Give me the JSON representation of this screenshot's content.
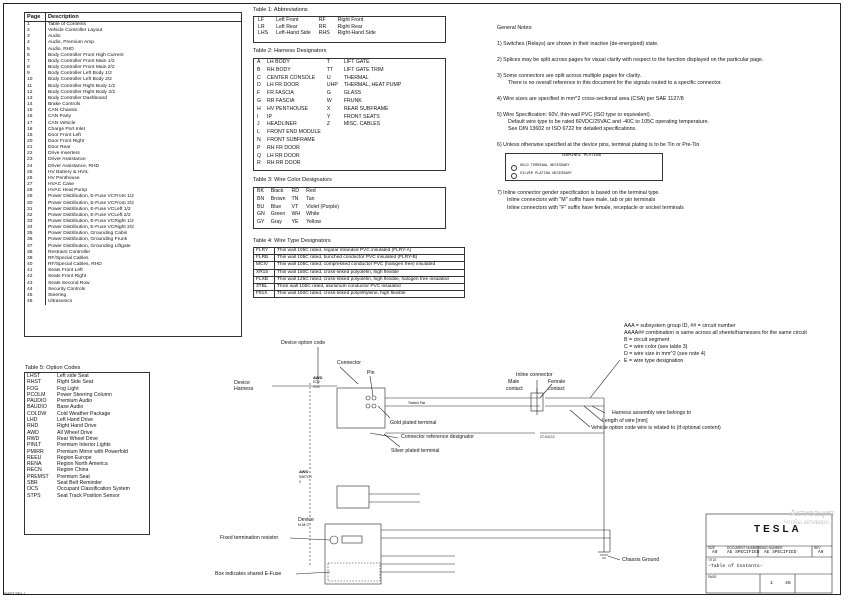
{
  "pages_table": {
    "col_page": "Page",
    "col_desc": "Description",
    "rows": [
      [
        "1",
        "Table of Contents"
      ],
      [
        "2",
        "Vehicle Controller Layout"
      ],
      [
        "3",
        "Audio"
      ],
      [
        "4",
        "Audio, Premium Amp"
      ],
      [
        "5",
        "Audio, RHD"
      ],
      [
        "6",
        "Body Controller Front High Current"
      ],
      [
        "7",
        "Body Controller Front Main 1/2"
      ],
      [
        "8",
        "Body Controller Front Main 2/2"
      ],
      [
        "9",
        "Body Controller Left Body 1/2"
      ],
      [
        "10",
        "Body Controller Left Body 2/2"
      ],
      [
        "11",
        "Body Controller Right Body 1/2"
      ],
      [
        "12",
        "Body Controller Right Body 2/2"
      ],
      [
        "13",
        "Body Controller Dashboard"
      ],
      [
        "14",
        "Brake Controls"
      ],
      [
        "15",
        "CAN Chassis"
      ],
      [
        "16",
        "CAN Party"
      ],
      [
        "17",
        "CAN Vehicle"
      ],
      [
        "18",
        "Charge Port Inlet"
      ],
      [
        "19",
        "Door Front Left"
      ],
      [
        "20",
        "Door Front Right"
      ],
      [
        "21",
        "Door Rear"
      ],
      [
        "22",
        "Drive Inverters"
      ],
      [
        "23",
        "Driver Assistance"
      ],
      [
        "24",
        "Driver Assistance, RHD"
      ],
      [
        "25",
        "HV Battery & HVIL"
      ],
      [
        "26",
        "HV Penthouse"
      ],
      [
        "27",
        "HVAC Case"
      ],
      [
        "28",
        "HVAC Heat Pump"
      ],
      [
        "29",
        "Power Distribution, E-Fuse VCFront 1/2"
      ],
      [
        "30",
        "Power Distribution, E-Fuse VCFront 2/2"
      ],
      [
        "31",
        "Power Distribution, E-Fuse VCLeft 1/2"
      ],
      [
        "32",
        "Power Distribution, E-Fuse VCLeft 2/2"
      ],
      [
        "33",
        "Power Distribution, E-Fuse VCRight 1/2"
      ],
      [
        "34",
        "Power Distribution, E-Fuse VCRight 2/2"
      ],
      [
        "35",
        "Power Distribution, Grounding Cabin"
      ],
      [
        "36",
        "Power Distribution, Grounding Frunk"
      ],
      [
        "37",
        "Power Distribution, Grounding Liftgate"
      ],
      [
        "38",
        "Restraint Controller"
      ],
      [
        "39",
        "RF/Special Cables"
      ],
      [
        "40",
        "RF/Special Cables, RHD"
      ],
      [
        "41",
        "Seats Front Left"
      ],
      [
        "42",
        "Seats Front Right"
      ],
      [
        "43",
        "Seats Second Row"
      ],
      [
        "44",
        "Security Controls"
      ],
      [
        "45",
        "Steering"
      ],
      [
        "46",
        "Ultrasonics"
      ]
    ]
  },
  "table1": {
    "title": "Table 1: Abbreviations",
    "rows": [
      [
        "LF",
        "Left Front",
        "RF",
        "Right Front"
      ],
      [
        "LR",
        "Left Rear",
        "RR",
        "Right Rear"
      ],
      [
        "LHS",
        "Left-Hand Side",
        "RHS",
        "Right-Hand Side"
      ]
    ]
  },
  "table2": {
    "title": "Table 2: Harness Designators",
    "rows": [
      [
        "A",
        "LH BODY",
        "T",
        "LIFT GATE"
      ],
      [
        "B",
        "RH BODY",
        "TT",
        "LIFT GATE TRIM"
      ],
      [
        "C",
        "CENTER CONSOLE",
        "U",
        "THERMAL"
      ],
      [
        "D",
        "LH FR DOOR",
        "UHP",
        "THERMAL, HEAT PUMP"
      ],
      [
        "F",
        "FR FASCIA",
        "G",
        "GLASS"
      ],
      [
        "G",
        "RR FASCIA",
        "W",
        "FRUNK"
      ],
      [
        "H",
        "HV PENTHOUSE",
        "X",
        "REAR SUBFRAME"
      ],
      [
        "I",
        "IP",
        "Y",
        "FRONT SEATS"
      ],
      [
        "J",
        "HEADLINER",
        "Z",
        "MISC. CABLES"
      ],
      [
        "L",
        "FRONT END MODULE",
        "",
        ""
      ],
      [
        "N",
        "FRONT SUBFRAME",
        "",
        ""
      ],
      [
        "P",
        "RH FR DOOR",
        "",
        ""
      ],
      [
        "Q",
        "LH RR DOOR",
        "",
        ""
      ],
      [
        "R",
        "RH RR DOOR",
        "",
        ""
      ]
    ]
  },
  "table3": {
    "title": "Table 3: Wire Color Designators",
    "rows": [
      [
        "BK",
        "Black",
        "RD",
        "Red"
      ],
      [
        "BN",
        "Brown",
        "TN",
        "Tan"
      ],
      [
        "BU",
        "Blue",
        "VT",
        "Violet (Purple)"
      ],
      [
        "GN",
        "Green",
        "WH",
        "White"
      ],
      [
        "GY",
        "Gray",
        "YE",
        "Yellow"
      ]
    ]
  },
  "table4": {
    "title": "Table 4: Wire Type Designators",
    "rows": [
      [
        "FLRY",
        "Thin wall 105C rated, regular stranded PVC insulated (FLRY-A)"
      ],
      [
        "FLRB",
        "Thin wall 105C rated, bunched conductor PVC insulated (FLRY-B)"
      ],
      [
        "MCIV",
        "Thin wall 105C rated, compressed conductor PVC (halogen free) insulated"
      ],
      [
        "XR15",
        "Thin wall 150C rated, cross-linked polyolefin, high flexible"
      ],
      [
        "FLXB",
        "Thin wall 125C rated, cross-linked polyolefin, high flexible, halogen free insulated"
      ],
      [
        "3TBL",
        "Thick wall 105C rated, aluminum conductor PVC insulated"
      ],
      [
        "F91X",
        "Thin wall 150C rated, cross-linked polyethylene, high flexible"
      ]
    ]
  },
  "table5": {
    "title": "Table 5: Option Codes",
    "rows": [
      [
        "LHST",
        "Left side Seat"
      ],
      [
        "RHST",
        "Right Side Seat"
      ],
      [
        "FOG",
        "Fog Light"
      ],
      [
        "PCOLM",
        "Power Steering Column"
      ],
      [
        "PAUDIO",
        "Premium Audio"
      ],
      [
        "BAUDIO",
        "Base Audio"
      ],
      [
        "COLDW",
        "Cold Weather Package"
      ],
      [
        "LHD",
        "Left Hand Drive"
      ],
      [
        "RHD",
        "Right Hand Drive"
      ],
      [
        "AWD",
        "All Wheel Drive"
      ],
      [
        "RWD",
        "Rear Wheel Drive"
      ],
      [
        "PINLT",
        "Premium Interior Lights"
      ],
      [
        "PMIRR",
        "Premium Mirror with Powerfold"
      ],
      [
        "REEU",
        "Region Europe"
      ],
      [
        "RENA",
        "Region North America"
      ],
      [
        "RECN",
        "Region China"
      ],
      [
        "PREMST",
        "Premium Seat"
      ],
      [
        "SBR",
        "Seat Belt Reminder"
      ],
      [
        "OCS",
        "Occupant Classification System"
      ],
      [
        "STPS",
        "Seat Track Position Sensor"
      ]
    ]
  },
  "notes": {
    "title": "General Notes:",
    "n1": "1) Switches (Relays) are shown in their inactive (de-energized) state.",
    "n2": "2) Splices may be split across pages for visual clarity with respect to the function displayed on the particular page.",
    "n3a": "3) Some connectors are split across multiple pages for clarity.",
    "n3b": "There is no overall reference in this document for the signals routed to a specific connector.",
    "n4": "4) Wire sizes are specified in mm^2 cross-sectional area (CSA) per SAE 1127/8",
    "n5a": "5) Wire Specification: 60V, thin-wall PVC (ISO type or equivalent).",
    "n5b": "Default wire type to be rated 60VDC/25VAC and -40C to 105C operating temperature.",
    "n5c": "See DIN 13602 or ISO 6722 for detailed specifications.",
    "n6": "6) Unless otherwise specified at the device pins, terminal plating is to be Tin or Pre-Tin",
    "plating_title": "TERMINAL PLATING",
    "plating_gold": "GOLD TERMINAL NECESSARY",
    "plating_silver": "SILVER PLATING NECESSARY",
    "n7a": "7) Inline connector gender specification is based on the terminal type.",
    "n7b": "Inline connectors with \"M\" suffix have male, tab or pin terminals",
    "n7c": "Inline connectors with \"F\" suffix have female, receptacle or socket terminals"
  },
  "legend": {
    "l1": "AAA = subsystem group ID, ## = circuit number",
    "l2": "AAAA## combination is same across all sheets/harnesses for the same circuit",
    "l3": "B = circuit segment",
    "l4": "C = wire color (see table 3)",
    "l5": "D = wire size in mm^2 (see note 4)",
    "l6": "E = wire type designation"
  },
  "diagram": {
    "device_option_code": "Device option code",
    "connector": "Connector",
    "pin": "Pin",
    "device_harness_1": "Device",
    "device_harness_2": "Harness",
    "awd": "AWD",
    "ecu": "ECU",
    "x1": "X1/X",
    "gold_plated": "Gold plated terminal",
    "connector_ref": "Connector reference designator",
    "silver_plated": "Silver plated terminal",
    "inline_connector": "Inline connector",
    "male_contact_1": "Male",
    "male_contact_2": "contact",
    "female_contact_1": "Female",
    "female_contact_2": "contact",
    "harness_assembly": "Harness assembly wire belongs to",
    "length_of_wire": "Length of wire [mm]",
    "vehicle_option": "Vehicle option code wire is related to (if optional content)",
    "awd_switch": "AWD",
    "switch": "SWITCH",
    "switch_x": "X",
    "device2": "Device",
    "nmc": "N.M.C",
    "fixed_resistor": "Fixed termination resistor",
    "shared_efuse": "Box indicates shared E-Fuse",
    "chassis_ground": "Chassis Ground",
    "wire_label_1": "Twisted Pair",
    "ref_code": "ZT-K4C10"
  },
  "title_block": {
    "logo": "TESLA",
    "f1_label": "SIZE",
    "f1_val": "A0",
    "f2_label": "DOCUMENT NUMBER",
    "f2_val": "AE SPECIFIED",
    "f3_label": "DWG NUMBER",
    "f3_val": "AE SPECIFIED",
    "f4_label": "REV",
    "f4_val": "A0",
    "title_label": "TITLE",
    "title_val": "-Table of Contents-",
    "page_label": "PAGE",
    "page_val": "1",
    "of_val": "46",
    "watermark_1": "Активация",
    "watermark_2": "Чтобы активиро"
  },
  "footer": "SHEET REV: 1"
}
